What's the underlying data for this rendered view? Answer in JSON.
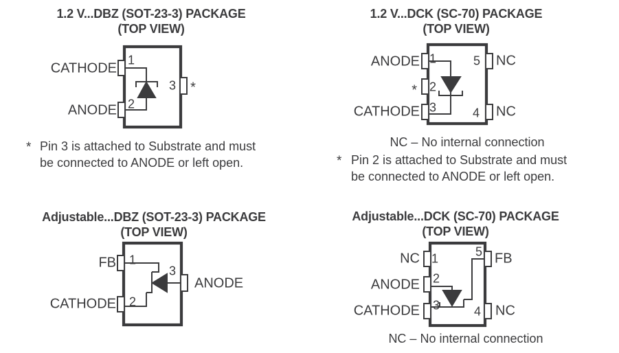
{
  "palette": {
    "ink": "#3b3b3d",
    "background": "#ffffff"
  },
  "diagrams": {
    "v12_dbz": {
      "title": "1.2 V...DBZ (SOT-23-3) PACKAGE",
      "subtitle": "(TOP VIEW)",
      "pin1_num": "1",
      "pin2_num": "2",
      "pin3_num": "3",
      "pin1_label": "CATHODE",
      "pin2_label": "ANODE",
      "pin3_label": "*",
      "note_marker": "*",
      "note_line1": "Pin 3 is attached to Substrate and must",
      "note_line2": "be connected to ANODE or left open."
    },
    "v12_dck": {
      "title": "1.2 V...DCK (SC-70) PACKAGE",
      "subtitle": "(TOP VIEW)",
      "pin1_num": "1",
      "pin2_num": "2",
      "pin3_num": "3",
      "pin4_num": "4",
      "pin5_num": "5",
      "pin1_label": "ANODE",
      "pin2_label": "*",
      "pin3_label": "CATHODE",
      "pin4_label": "NC",
      "pin5_label": "NC",
      "nc_note": "NC – No internal connection",
      "note_marker": "*",
      "note_line1": "Pin 2 is attached to Substrate and must",
      "note_line2": "be connected to ANODE or left open."
    },
    "adj_dbz": {
      "title": "Adjustable...DBZ (SOT-23-3) PACKAGE",
      "subtitle": "(TOP VIEW)",
      "pin1_num": "1",
      "pin2_num": "2",
      "pin3_num": "3",
      "pin1_label": "FB",
      "pin2_label": "CATHODE",
      "pin3_label": "ANODE"
    },
    "adj_dck": {
      "title": "Adjustable...DCK (SC-70) PACKAGE",
      "subtitle": "(TOP VIEW)",
      "pin1_num": "1",
      "pin2_num": "2",
      "pin3_num": "3",
      "pin4_num": "4",
      "pin5_num": "5",
      "pin1_label": "NC",
      "pin2_label": "ANODE",
      "pin3_label": "CATHODE",
      "pin4_label": "NC",
      "pin5_label": "FB",
      "nc_note": "NC – No internal connection"
    }
  }
}
